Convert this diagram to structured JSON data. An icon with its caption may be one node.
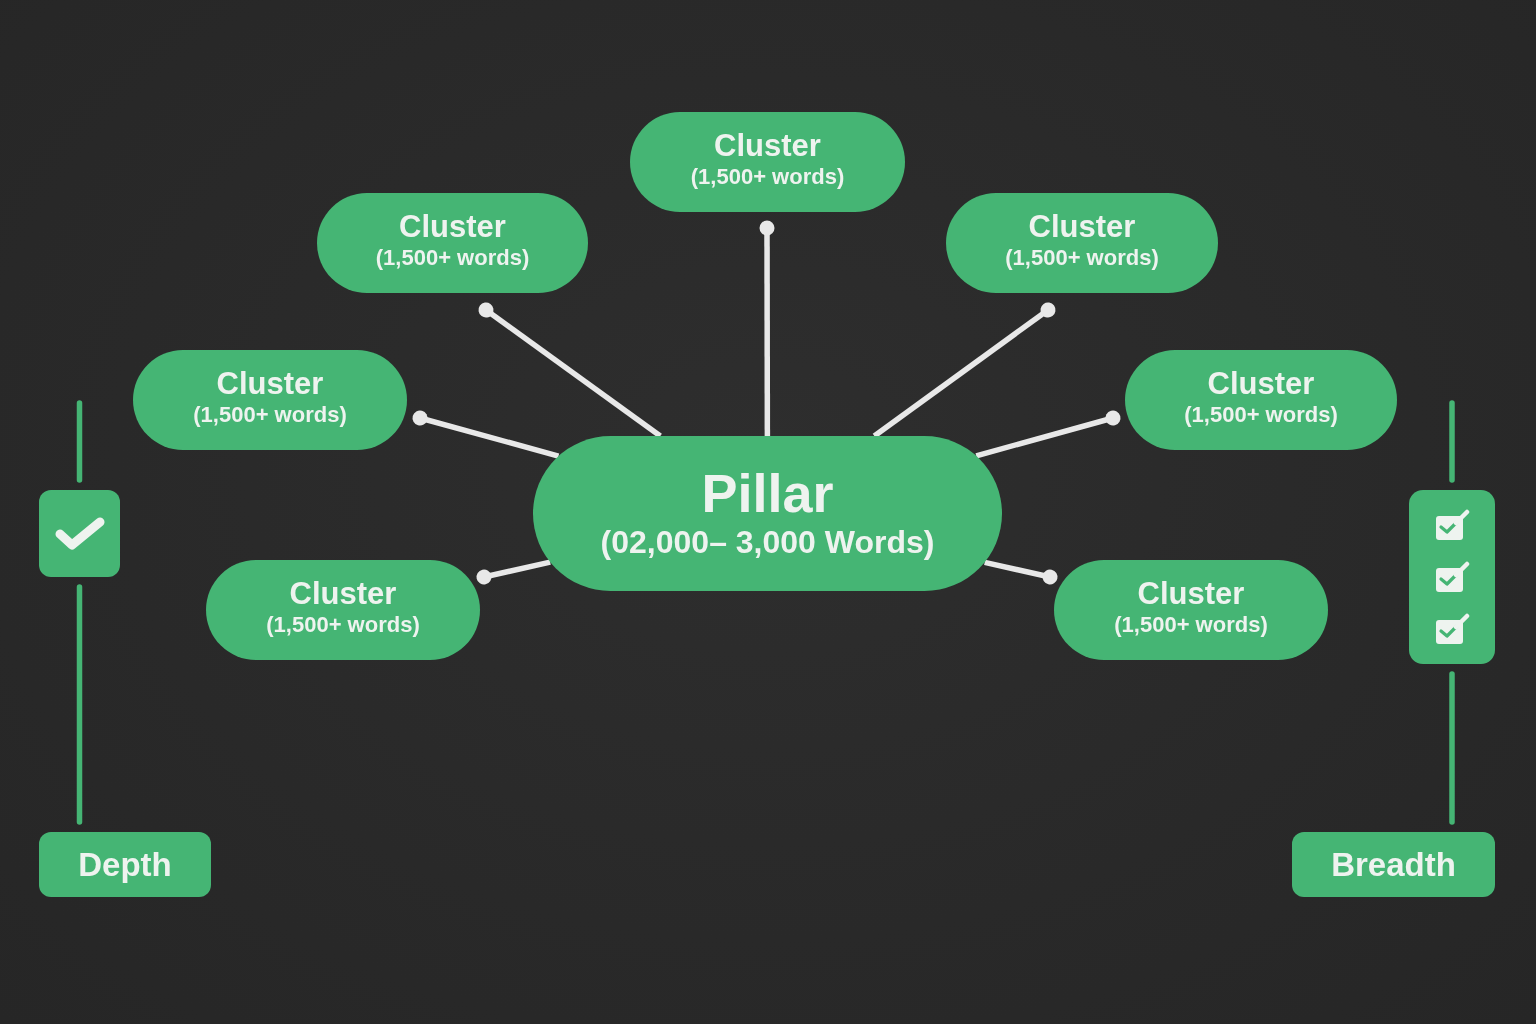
{
  "diagram": {
    "nodes": [
      {
        "text": [
          "Cluster",
          "(1,500+ words)"
        ]
      },
      {
        "text": [
          "Cluster",
          "(1,500+ words)"
        ]
      },
      {
        "text": [
          "Cluster",
          "(1,500+ words)"
        ]
      },
      {
        "text": [
          "Cluster",
          "(1,500+ words)"
        ]
      },
      {
        "text": [
          "Cluster",
          "(1,500+ words)"
        ]
      },
      {
        "text": [
          "Pillar",
          "(02,000– 3,000 Words)"
        ]
      },
      {
        "text": [],
        "shape": "box"
      },
      {
        "text": [],
        "shape": "box"
      },
      {
        "text": [
          "Cluster",
          "(1,500+ words)"
        ]
      },
      {
        "text": [
          "Cluster",
          "(1,500+ words)"
        ]
      },
      {
        "text": [
          "Depth"
        ]
      },
      {
        "text": [
          "Breadth"
        ]
      }
    ],
    "edges": [
      {
        "from": 5,
        "to": 0,
        "arrow": "other"
      },
      {
        "from": 5,
        "to": 1,
        "arrow": "other"
      },
      {
        "from": 5,
        "to": 2,
        "arrow": "other"
      },
      {
        "from": 5,
        "to": 3,
        "arrow": "other"
      },
      {
        "from": 5,
        "to": 4,
        "arrow": "other"
      },
      {
        "from": 5,
        "to": 8,
        "arrow": "other"
      },
      {
        "from": 5,
        "to": 9,
        "arrow": "other"
      },
      {
        "from": null,
        "to": 6,
        "arrow": "none",
        "color": "#45b574"
      },
      {
        "from": 6,
        "to": 10,
        "arrow": "none",
        "color": "#45b574"
      },
      {
        "from": null,
        "to": 7,
        "arrow": "none",
        "color": "#45b574"
      },
      {
        "from": 7,
        "to": 11,
        "arrow": "none",
        "color": "#45b574"
      }
    ]
  }
}
